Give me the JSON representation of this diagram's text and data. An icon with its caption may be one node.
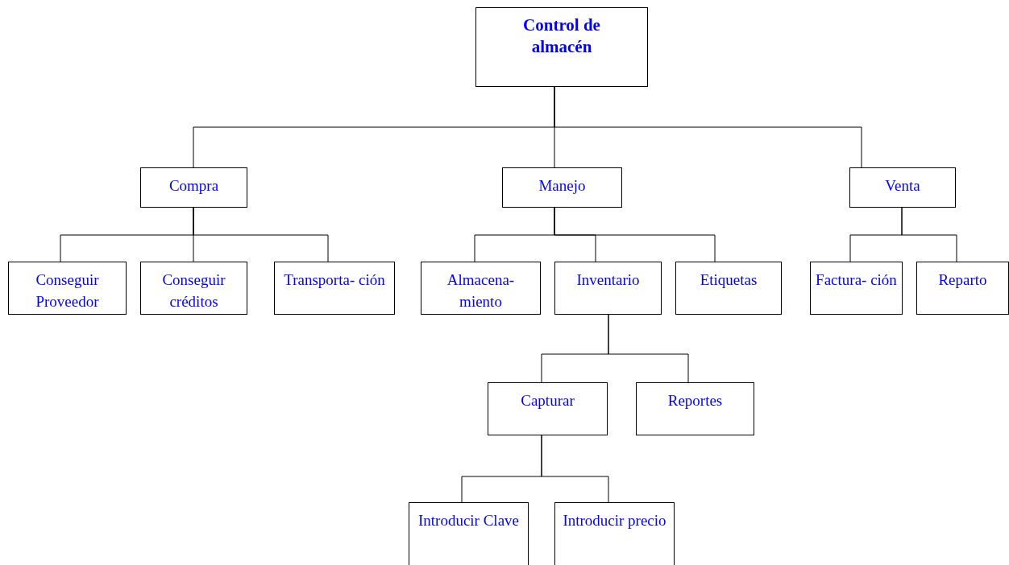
{
  "diagram": {
    "nodes": [
      {
        "text": [
          "Control de almacén"
        ]
      },
      {
        "text": [
          "Compra"
        ]
      },
      {
        "text": [
          "Manejo"
        ]
      },
      {
        "text": [
          "Venta"
        ]
      },
      {
        "text": [
          "Conseguir Proveedor"
        ]
      },
      {
        "text": [
          "Conseguir créditos"
        ]
      },
      {
        "text": [
          "Transporta- ción"
        ]
      },
      {
        "text": [
          "Almacena- miento"
        ]
      },
      {
        "text": [
          "Inventario"
        ]
      },
      {
        "text": [
          "Etiquetas"
        ]
      },
      {
        "text": [
          "Factura- ción"
        ]
      },
      {
        "text": [
          "Reparto"
        ]
      },
      {
        "text": [
          "Capturar"
        ]
      },
      {
        "text": [
          "Reportes"
        ]
      },
      {
        "text": [
          "Introducir Clave"
        ]
      },
      {
        "text": [
          "Introducir precio"
        ]
      }
    ],
    "edges": [
      {
        "from": 0,
        "to": 1,
        "arrow": "none"
      },
      {
        "from": 0,
        "to": 2,
        "arrow": "none"
      },
      {
        "from": 0,
        "to": 3,
        "arrow": "none"
      },
      {
        "from": 1,
        "to": 4,
        "arrow": "none"
      },
      {
        "from": 1,
        "to": 5,
        "arrow": "none"
      },
      {
        "from": 1,
        "to": 6,
        "arrow": "none"
      },
      {
        "from": 2,
        "to": 7,
        "arrow": "none"
      },
      {
        "from": 2,
        "to": 8,
        "arrow": "none"
      },
      {
        "from": 2,
        "to": 9,
        "arrow": "none"
      },
      {
        "from": 3,
        "to": 10,
        "arrow": "none"
      },
      {
        "from": 3,
        "to": 11,
        "arrow": "none"
      },
      {
        "from": 8,
        "to": 12,
        "arrow": "none"
      },
      {
        "from": 8,
        "to": 13,
        "arrow": "none"
      },
      {
        "from": 12,
        "to": 14,
        "arrow": "none"
      },
      {
        "from": 12,
        "to": 15,
        "arrow": "none"
      }
    ]
  }
}
